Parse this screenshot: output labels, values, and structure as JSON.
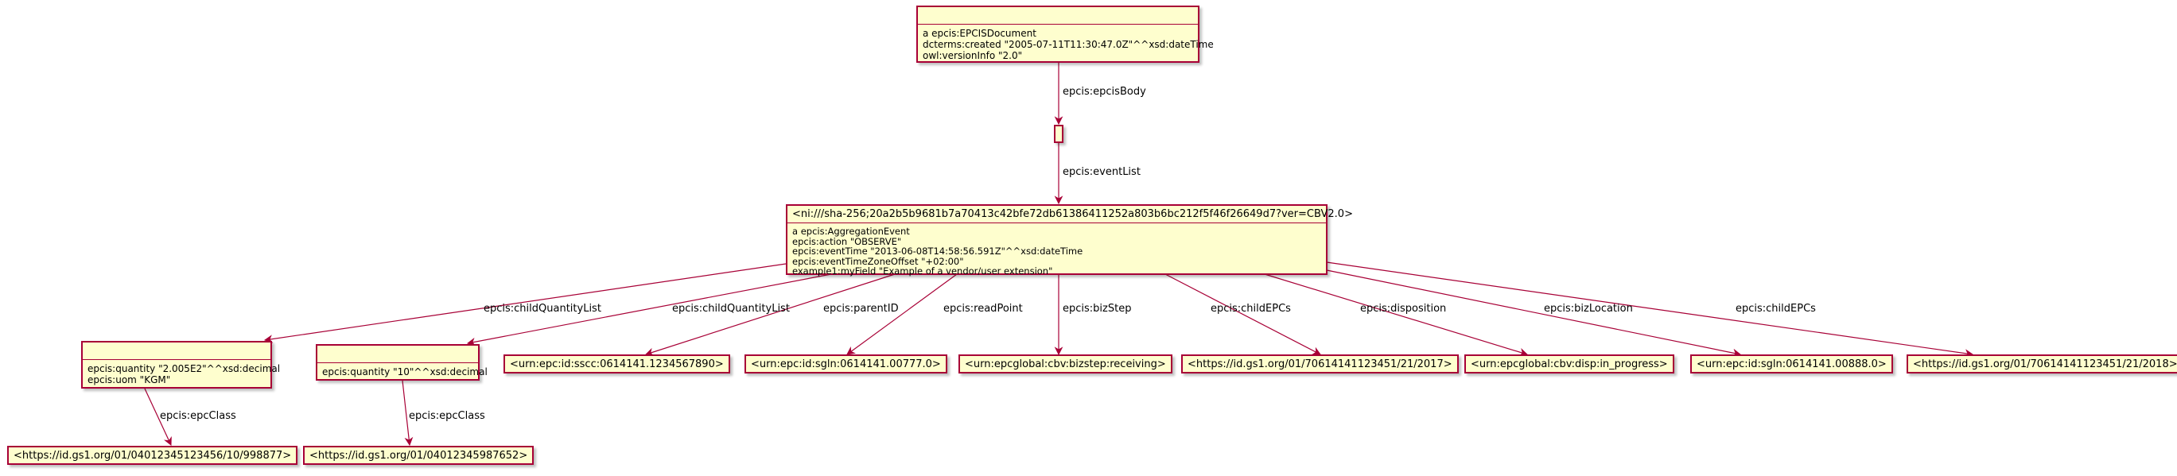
{
  "colors": {
    "node_fill": "#FEFECE",
    "node_border": "#A80036",
    "edge": "#A80036"
  },
  "doc_node": {
    "lines": [
      "a epcis:EPCISDocument",
      "dcterms:created \"2005-07-11T11:30:47.0Z\"^^xsd:dateTime",
      "owl:versionInfo \"2.0\""
    ]
  },
  "event_node": {
    "header": "<ni:///sha-256;20a2b5b9681b7a70413c42bfe72db61386411252a803b6bc212f5f46f26649d7?ver=CBV2.0>",
    "lines": [
      "a epcis:AggregationEvent",
      "epcis:action \"OBSERVE\"",
      "epcis:eventTime \"2013-06-08T14:58:56.591Z\"^^xsd:dateTime",
      "epcis:eventTimeZoneOffset \"+02:00\"",
      "example1:myField \"Example of a vendor/user extension\""
    ]
  },
  "qty_node_1": {
    "lines": [
      "epcis:quantity \"2.005E2\"^^xsd:decimal",
      "epcis:uom \"KGM\""
    ]
  },
  "qty_node_2": {
    "lines": [
      "epcis:quantity \"10\"^^xsd:decimal"
    ]
  },
  "leaves": {
    "sscc": "<urn:epc:id:sscc:0614141.1234567890>",
    "readpoint": "<urn:epc:id:sgln:0614141.00777.0>",
    "bizstep": "<urn:epcglobal:cbv:bizstep:receiving>",
    "child_epc_1": "<https://id.gs1.org/01/70614141123451/21/2017>",
    "disposition": "<urn:epcglobal:cbv:disp:in_progress>",
    "bizlocation": "<urn:epc:id:sgln:0614141.00888.0>",
    "child_epc_2": "<https://id.gs1.org/01/70614141123451/21/2018>",
    "epc_class_1": "<https://id.gs1.org/01/04012345123456/10/998877>",
    "epc_class_2": "<https://id.gs1.org/01/04012345987652>"
  },
  "edge_labels": {
    "epcis_body": "epcis:epcisBody",
    "event_list": "epcis:eventList",
    "child_quantity_list_1": "epcis:childQuantityList",
    "child_quantity_list_2": "epcis:childQuantityList",
    "parent_id": "epcis:parentID",
    "read_point": "epcis:readPoint",
    "biz_step": "epcis:bizStep",
    "child_epcs_1": "epcis:childEPCs",
    "disposition": "epcis:disposition",
    "biz_location": "epcis:bizLocation",
    "child_epcs_2": "epcis:childEPCs",
    "epc_class_1": "epcis:epcClass",
    "epc_class_2": "epcis:epcClass"
  }
}
